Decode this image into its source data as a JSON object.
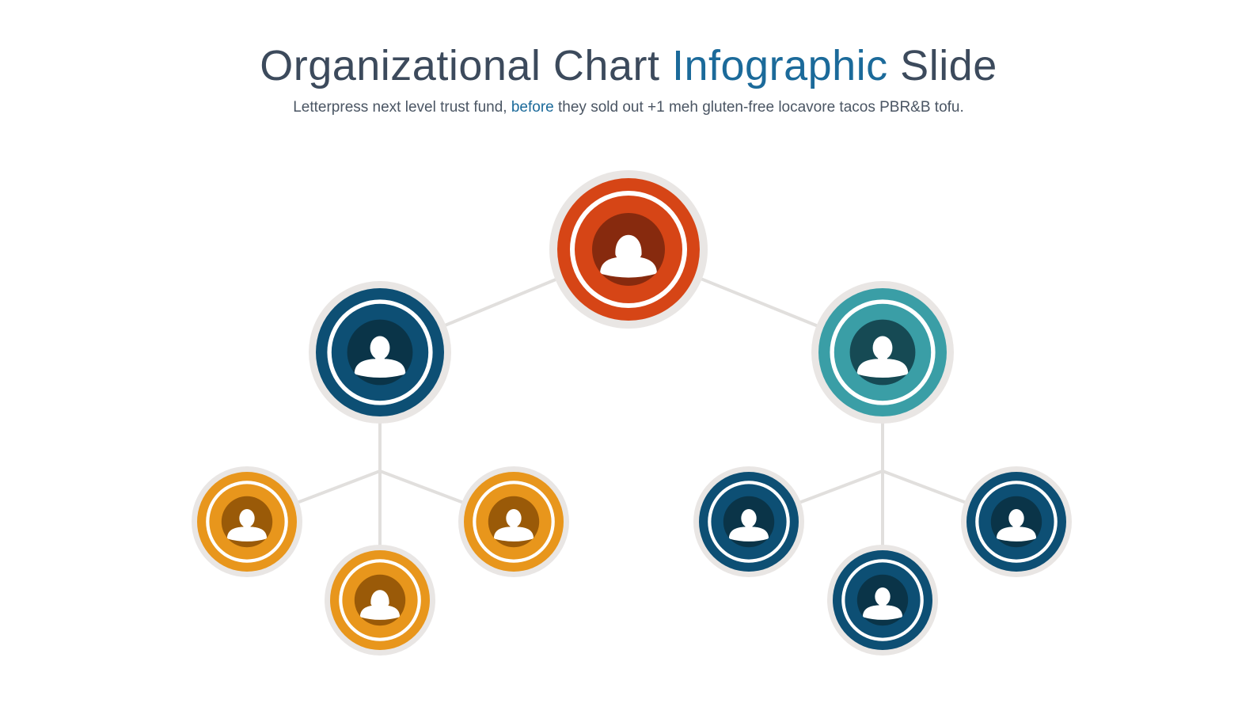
{
  "header": {
    "title_part1": "Organizational Chart ",
    "title_highlight": "Infographic",
    "title_part2": " Slide",
    "subtitle_part1": "Letterpress next level trust fund, ",
    "subtitle_highlight": "before",
    "subtitle_part2": " they sold out +1 meh gluten-free locavore tacos PBR&B tofu."
  },
  "colors": {
    "text_dark": "#3c4a5c",
    "highlight": "#1b6a9a",
    "connector": "#e1dfdd",
    "halo": "#e9e6e4",
    "red": "#d64516",
    "red_dark": "#872a0e",
    "navy": "#0d4f74",
    "navy_dark": "#0a3448",
    "teal": "#3a9ea6",
    "teal_dark": "#164a54",
    "orange": "#e8961c",
    "orange_dark": "#9a5a08"
  },
  "org_chart": {
    "nodes": [
      {
        "id": "ceo",
        "level": 0,
        "palette": "red",
        "person": "female",
        "parent": null
      },
      {
        "id": "manager-left",
        "level": 1,
        "palette": "navy",
        "person": "male",
        "parent": "ceo"
      },
      {
        "id": "manager-right",
        "level": 1,
        "palette": "teal",
        "person": "male",
        "parent": "ceo"
      },
      {
        "id": "staff-left-1",
        "level": 2,
        "palette": "orange",
        "person": "male",
        "parent": "manager-left"
      },
      {
        "id": "staff-left-2",
        "level": 2,
        "palette": "orange",
        "person": "female",
        "parent": "manager-left"
      },
      {
        "id": "staff-left-3",
        "level": 2,
        "palette": "orange",
        "person": "male",
        "parent": "manager-left"
      },
      {
        "id": "staff-right-1",
        "level": 2,
        "palette": "navy",
        "person": "male",
        "parent": "manager-right"
      },
      {
        "id": "staff-right-2",
        "level": 2,
        "palette": "navy",
        "person": "male",
        "parent": "manager-right"
      },
      {
        "id": "staff-right-3",
        "level": 2,
        "palette": "navy",
        "person": "male",
        "parent": "manager-right"
      }
    ]
  }
}
